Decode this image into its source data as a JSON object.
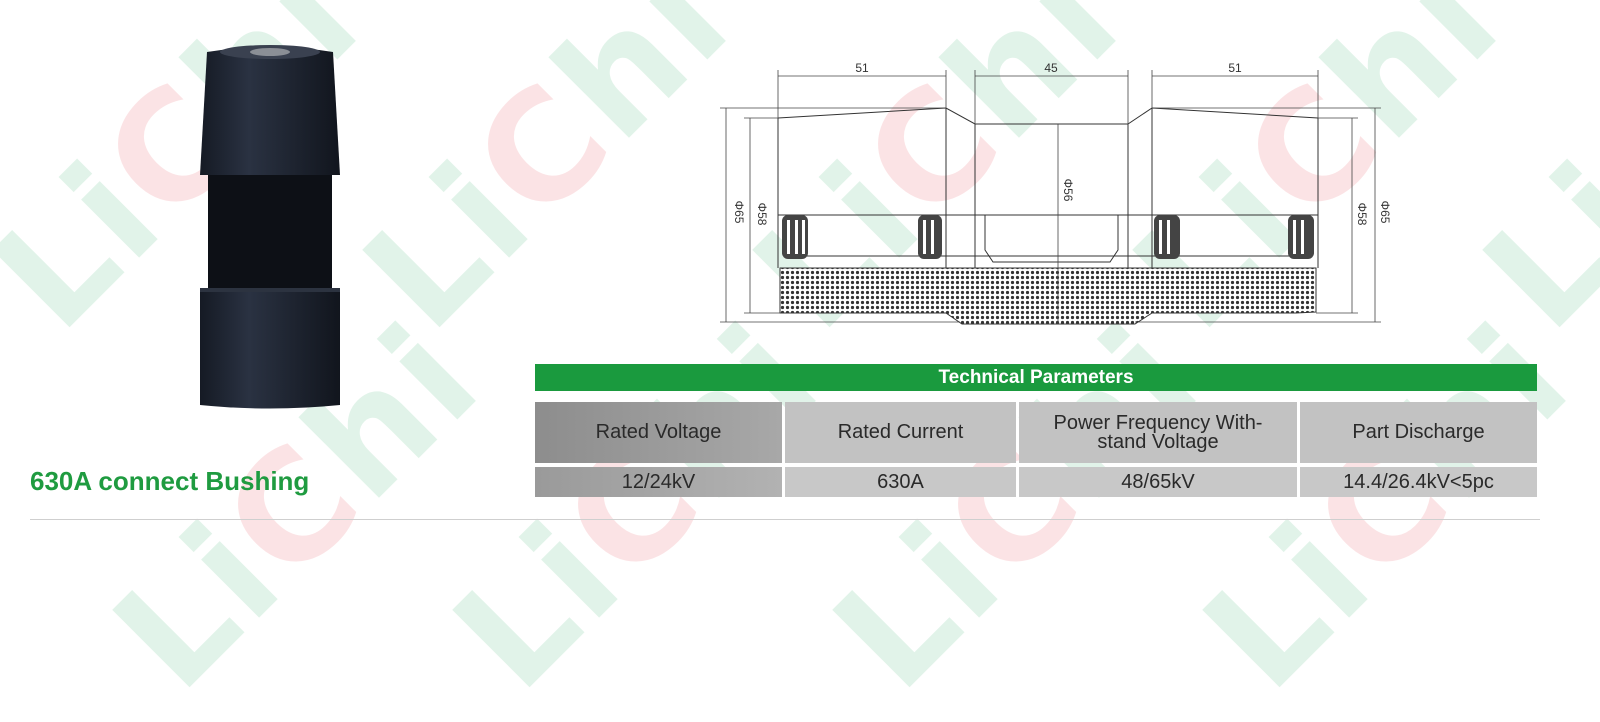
{
  "watermark": {
    "text_part1": "Li",
    "text_c": "C",
    "text_part2": "hi"
  },
  "product": {
    "title": "630A connect Bushing"
  },
  "drawing": {
    "dim_left_length": "51",
    "dim_center_length": "45",
    "dim_right_length": "51",
    "dia_outer_left": "Φ65",
    "dia_inner_left": "Φ58",
    "dia_center": "Φ56",
    "dia_inner_right": "Φ58",
    "dia_outer_right": "Φ65"
  },
  "table": {
    "title": "Technical Parameters",
    "headers": [
      "Rated Voltage",
      "Rated Current",
      "Power Frequency With-stand Voltage",
      "Part Discharge"
    ],
    "header_line1": "Power Frequency With-",
    "header_line2": "stand Voltage",
    "values": [
      "12/24kV",
      "630A",
      "48/65kV",
      "14.4/26.4kV<5pc"
    ]
  },
  "colors": {
    "brand_green": "#1a9a3e",
    "title_green": "#1f9b40",
    "product_body": "#1f2532"
  }
}
